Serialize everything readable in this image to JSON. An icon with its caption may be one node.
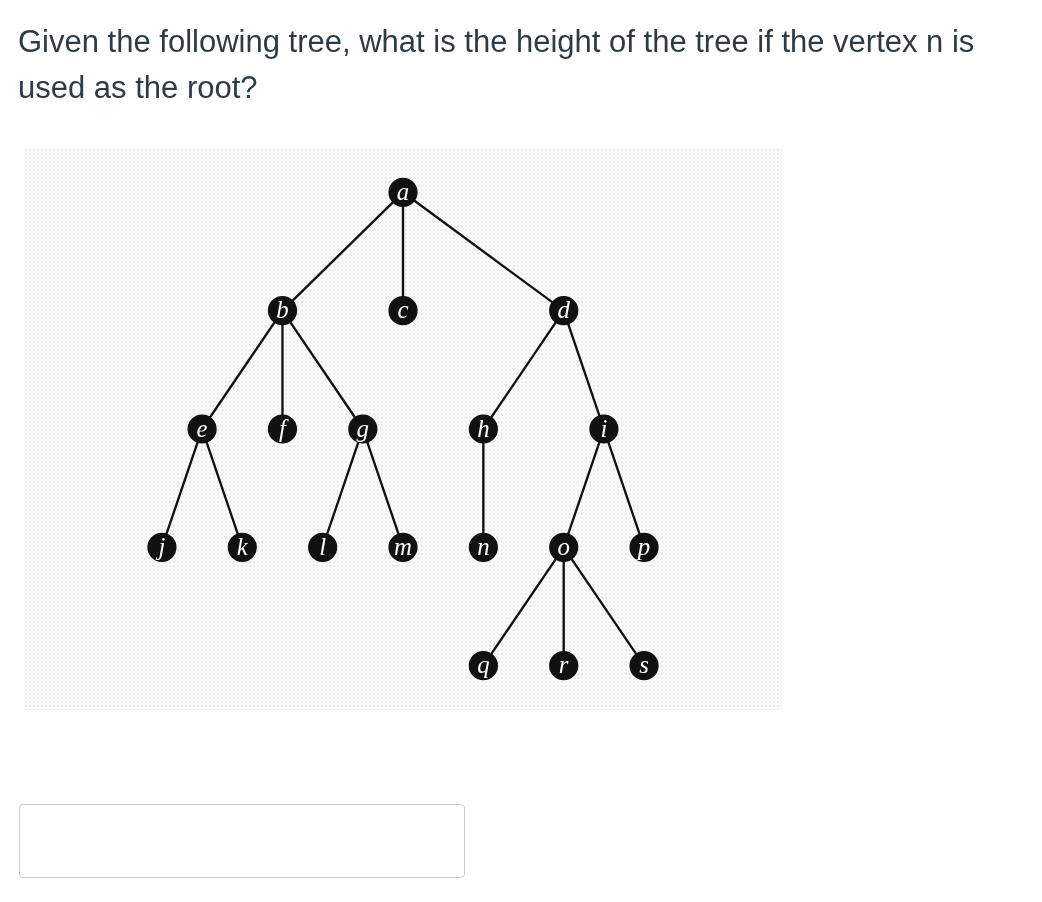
{
  "diagram": {
    "title": "Given the following tree, what is the height of the tree if the vertex n is used as the root?",
    "nodes": [
      {
        "text": [
          "a"
        ]
      },
      {
        "text": [
          "b"
        ]
      },
      {
        "text": [
          "c"
        ]
      },
      {
        "text": [
          "d"
        ]
      },
      {
        "text": [
          "e"
        ]
      },
      {
        "text": [
          "f"
        ]
      },
      {
        "text": [
          "g"
        ]
      },
      {
        "text": [
          "h"
        ]
      },
      {
        "text": [
          "i"
        ]
      },
      {
        "text": [
          "j"
        ]
      },
      {
        "text": [
          "k"
        ]
      },
      {
        "text": [
          "l"
        ]
      },
      {
        "text": [
          "m"
        ]
      },
      {
        "text": [
          "n"
        ]
      },
      {
        "text": [
          "o"
        ]
      },
      {
        "text": [
          "p"
        ]
      },
      {
        "text": [
          "q"
        ]
      },
      {
        "text": [
          "r"
        ]
      },
      {
        "text": [
          "s"
        ]
      }
    ],
    "edges": [
      {
        "from": 0,
        "to": 1,
        "arrow": "none"
      },
      {
        "from": 0,
        "to": 2,
        "arrow": "none"
      },
      {
        "from": 0,
        "to": 3,
        "arrow": "none"
      },
      {
        "from": 1,
        "to": 4,
        "arrow": "none"
      },
      {
        "from": 1,
        "to": 5,
        "arrow": "none"
      },
      {
        "from": 1,
        "to": 6,
        "arrow": "none"
      },
      {
        "from": 3,
        "to": 7,
        "arrow": "none"
      },
      {
        "from": 3,
        "to": 8,
        "arrow": "none"
      },
      {
        "from": 4,
        "to": 9,
        "arrow": "none"
      },
      {
        "from": 4,
        "to": 10,
        "arrow": "none"
      },
      {
        "from": 6,
        "to": 11,
        "arrow": "none"
      },
      {
        "from": 6,
        "to": 12,
        "arrow": "none"
      },
      {
        "from": 7,
        "to": 13,
        "arrow": "none"
      },
      {
        "from": 8,
        "to": 14,
        "arrow": "none"
      },
      {
        "from": 8,
        "to": 15,
        "arrow": "none"
      },
      {
        "from": 14,
        "to": 16,
        "arrow": "none"
      },
      {
        "from": 14,
        "to": 17,
        "arrow": "none"
      },
      {
        "from": 14,
        "to": 18,
        "arrow": "none"
      }
    ]
  }
}
